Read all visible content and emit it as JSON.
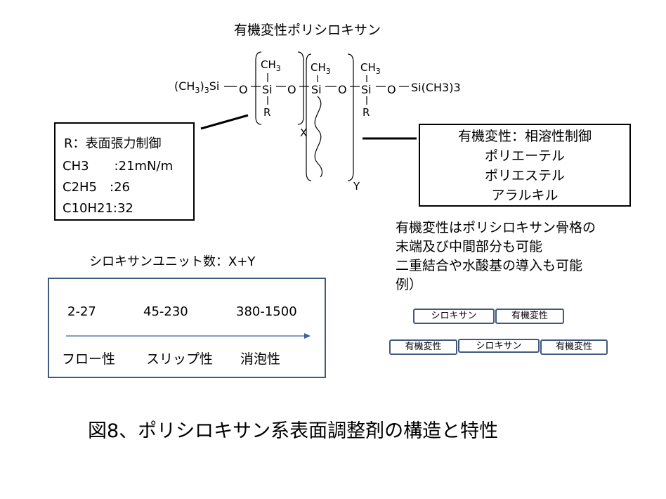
{
  "title": "有機変性ポリシロキサン",
  "formula": {
    "left_end": "(CH",
    "left_end_sub": "3",
    "left_end_tail": ")",
    "left_end_sub2": "3",
    "left_end_si": "Si",
    "right_end": "Si(CH3)3",
    "o_label": "O",
    "si_label": "Si",
    "ch": "CH",
    "ch_sub": "3",
    "r_label": "R",
    "x_label": "X",
    "y_label": "Y"
  },
  "r_box": {
    "title": "R：表面張力制御",
    "rows": [
      "CH3　　:21mN/m",
      "C2H5　:26",
      "C10H21:32"
    ]
  },
  "mod_box": {
    "lines": [
      "有機変性：相溶性制御",
      "ポリエーテル",
      "ポリエステル",
      "アラルキル"
    ]
  },
  "note": {
    "lines": [
      "有機変性はポリシロキサン骨格の",
      "末端及び中間部分も可能",
      "二重結合や水酸基の導入も可能",
      "例）"
    ]
  },
  "units": {
    "label": "シロキサンユニット数：X+Y",
    "ranges": [
      "2-27",
      "45-230",
      "380-1500"
    ],
    "properties": [
      "フロー性",
      "スリップ性",
      "消泡性"
    ]
  },
  "examples": {
    "row1": [
      "シロキサン",
      "有機変性"
    ],
    "row2": [
      "有機変性",
      "シロキサン",
      "有機変性"
    ]
  },
  "caption": "図8、ポリシロキサン系表面調整剤の構造と特性",
  "colors": {
    "box_border": "#3f5a7e",
    "arrow": "#3a5f9a"
  }
}
